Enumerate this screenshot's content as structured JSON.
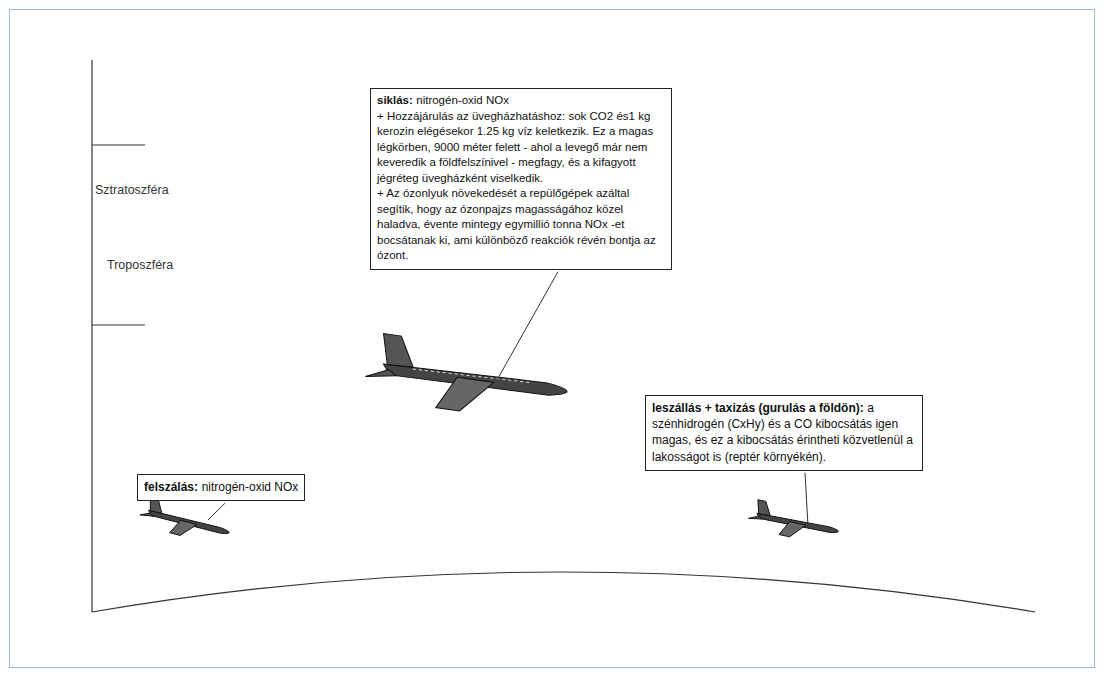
{
  "diagram": {
    "nodes": [
      {
        "text": [
          "siklás:",
          "nitrogén-oxid NOx",
          "+ Hozzájárulás az üvegházhatáshoz: sok CO2 és1 kg kerozin elégésekor 1.25 kg víz keletkezik. Ez a magas légkörben, 9000 méter felett - ahol a levegő már nem keveredik a földfelszínivel - megfagy, és a kifagyott jégréteg üvegházként viselkedik.",
          "+ Az ózonlyuk növekedését a repülőgépek azáltal segítik, hogy az ózonpajzs magasságához közel haladva, évente mintegy egymillió tonna NOx -et bocsátanak ki, ami különböző reakciók révén bontja az ózont."
        ]
      },
      {
        "text": [
          "felszálás:",
          "nitrogén-oxid NOx"
        ]
      },
      {
        "text": [
          "leszállás + taxizás (gurulás a földön):",
          "a szénhidrogén (CxHy) és a CO kibocsátás igen magas, és ez a kibocsátás érintheti közvetlenül a lakosságot is (reptér környékén)."
        ]
      }
    ],
    "labels": [
      "Sztratoszféra",
      "Troposzféra"
    ]
  }
}
